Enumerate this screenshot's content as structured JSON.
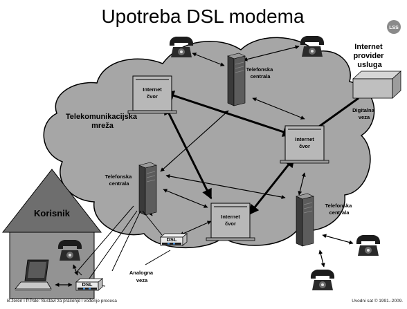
{
  "slide": {
    "title": "Upotreba DSL modema",
    "logo_text": "LSS",
    "footer_left": "B.Jeren i P.Pale: Sustavi za praćenje i vođenje procesa",
    "footer_right": "Uvodni sat © 1991.-2009."
  },
  "labels": {
    "internet_provider": [
      "Internet",
      "provider",
      "usluga"
    ],
    "digital_link": [
      "Digitalna",
      "veza"
    ],
    "network": [
      "Telekomunikacijska",
      "mreža"
    ],
    "user": "Korisnik",
    "analog_link": [
      "Analogna",
      "veza"
    ],
    "exchange": [
      "Telefonska",
      "centrala"
    ],
    "internet_node": [
      "Internet",
      "čvor"
    ],
    "dsl": "DSL"
  },
  "colors": {
    "background": "#ffffff",
    "cloud": "#a6a6a6",
    "house": "#939393",
    "roof": "#6e6e6e",
    "server": "#4f4f4f",
    "modem": "#e5e5e5",
    "logo": "#8a8a8a"
  },
  "icons": [
    "telephone-icon",
    "server-icon",
    "monitor-icon",
    "laptop-icon",
    "dsl-modem-icon",
    "provider-box-icon",
    "lss-logo-icon"
  ]
}
